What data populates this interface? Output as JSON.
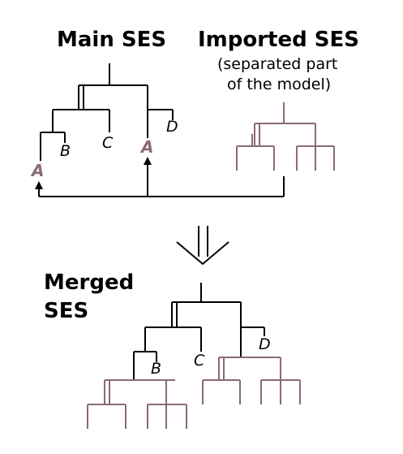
{
  "titles": {
    "main": "Main SES",
    "imported": "Imported SES",
    "imported_note_line1": "(separated part",
    "imported_note_line2": "of the model)",
    "merged_line1": "Merged",
    "merged_line2": "SES"
  },
  "nodes": {
    "a": "A",
    "b": "B",
    "c": "C",
    "d": "D"
  },
  "colors": {
    "main_tree": "#000000",
    "imported_tree": "#8a6a78",
    "node_a": "#8a6a78"
  }
}
